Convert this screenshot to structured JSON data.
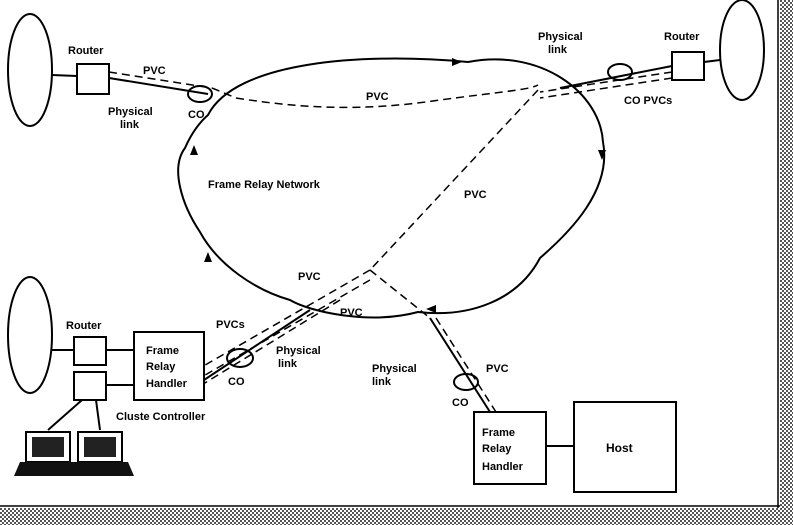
{
  "labels": {
    "router_tl": "Router",
    "pvc_tl": "PVC",
    "physical_tl_1": "Physical",
    "physical_tl_2": "link",
    "co_tl": "CO",
    "pvc_center_top": "PVC",
    "physical_tr_1": "Physical",
    "physical_tr_2": "link",
    "router_tr": "Router",
    "co_pvcs_tr": "CO PVCs",
    "network_name": "Frame Relay Network",
    "pvc_center_right": "PVC",
    "pvc_lower_1": "PVC",
    "pvc_lower_2": "PVC",
    "router_bl": "Router",
    "frh_bl_1": "Frame",
    "frh_bl_2": "Relay",
    "frh_bl_3": "Handler",
    "pvcs_bl": "PVCs",
    "physical_bl_1": "Physical",
    "physical_bl_2": "link",
    "co_bl": "CO",
    "cluster_controller": "Cluste Controller",
    "physical_bm_1": "Physical",
    "physical_bm_2": "link",
    "pvc_bm": "PVC",
    "co_bm": "CO",
    "frh_br_1": "Frame",
    "frh_br_2": "Relay",
    "frh_br_3": "Handler",
    "host": "Host"
  }
}
